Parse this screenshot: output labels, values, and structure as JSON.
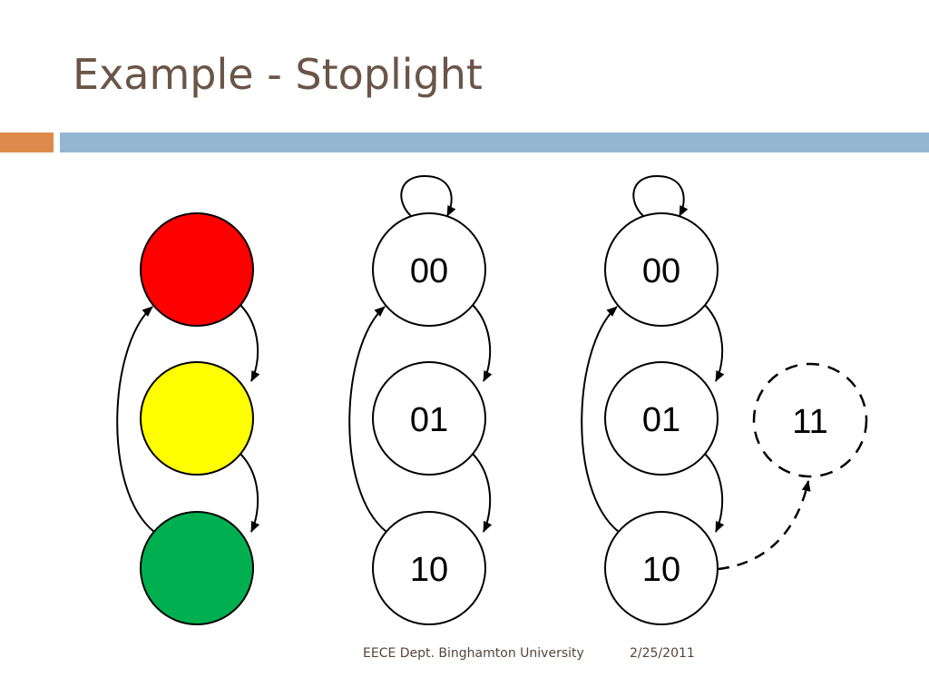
{
  "slide": {
    "title": "Example - Stoplight",
    "footer_org": "EECE Dept. Binghamton University",
    "footer_date": "2/25/2011"
  },
  "colors": {
    "title": "#6b5547",
    "accent_orange": "#dd8a4c",
    "accent_blue": "#94b6d2",
    "light_red": "#ff0000",
    "light_yellow": "#ffff00",
    "light_green": "#00b050"
  },
  "diagram": {
    "stoplight_lights": [
      "red",
      "yellow",
      "green"
    ],
    "fsm_basic": {
      "states": [
        "00",
        "01",
        "10"
      ]
    },
    "fsm_extended": {
      "states": [
        "00",
        "01",
        "10"
      ],
      "unused_state": "11"
    }
  }
}
